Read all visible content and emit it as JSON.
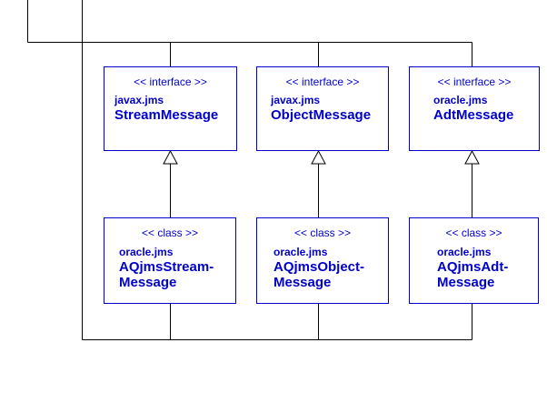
{
  "interfaces": [
    {
      "stereotype": "<< interface >>",
      "package": "javax.jms",
      "name": "StreamMessage"
    },
    {
      "stereotype": "<< interface >>",
      "package": "javax.jms",
      "name": "ObjectMessage"
    },
    {
      "stereotype": "<< interface >>",
      "package": "oracle.jms",
      "name": "AdtMessage"
    }
  ],
  "classes": [
    {
      "stereotype": "<< class >>",
      "package": "oracle.jms",
      "name_line1": "AQjmsStream-",
      "name_line2": "Message"
    },
    {
      "stereotype": "<< class >>",
      "package": "oracle.jms",
      "name_line1": "AQjmsObject-",
      "name_line2": "Message"
    },
    {
      "stereotype": "<< class >>",
      "package": "oracle.jms",
      "name_line1": "AQjmsAdt-",
      "name_line2": "Message"
    }
  ],
  "colors": {
    "box": "#0000cc",
    "line": "#000000"
  }
}
